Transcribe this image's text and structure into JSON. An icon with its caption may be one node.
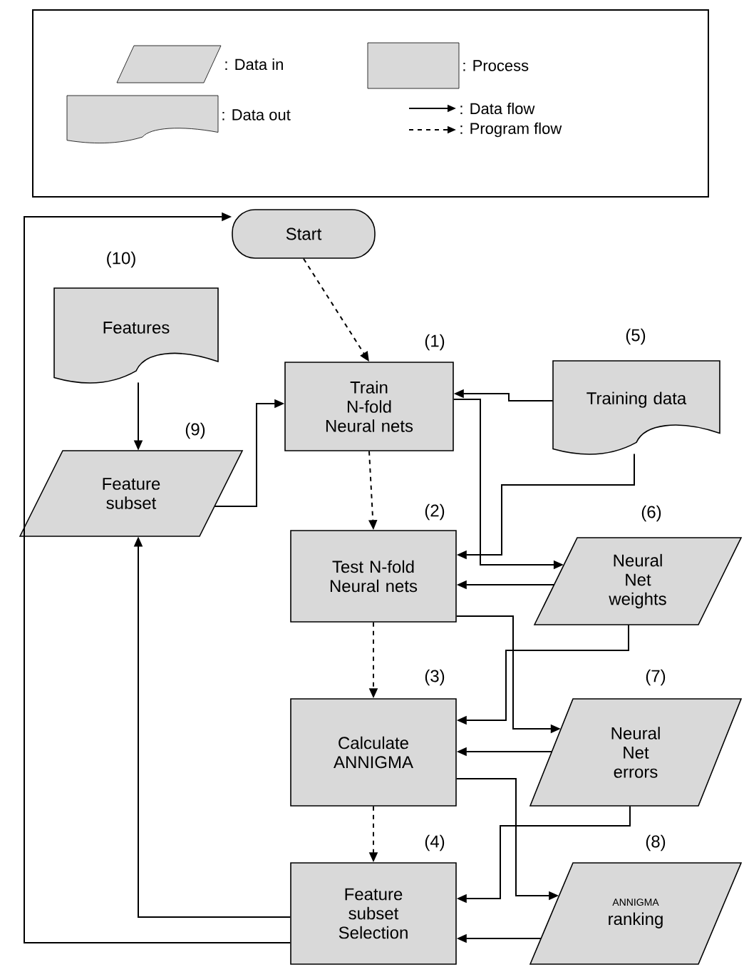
{
  "diagram": {
    "nodes": [
      {
        "text": [
          "Start"
        ]
      },
      {
        "text": [
          "Features"
        ],
        "beside": [
          "(10)"
        ]
      },
      {
        "text": [
          "Train N-fold Neural nets"
        ],
        "beside": [
          "(1)"
        ]
      },
      {
        "text": [
          "Training data"
        ],
        "beside": [
          "(5)"
        ]
      },
      {
        "text": [
          "Feature subset"
        ],
        "beside": [
          "(9)"
        ]
      },
      {
        "text": [
          "Test N-fold Neural nets"
        ],
        "beside": [
          "(2)"
        ]
      },
      {
        "text": [
          "Neural Net weights"
        ],
        "beside": [
          "(6)"
        ]
      },
      {
        "text": [
          "Calculate ANNIGMA"
        ],
        "beside": [
          "(3)"
        ]
      },
      {
        "text": [
          "Neural Net errors"
        ],
        "beside": [
          "(7)"
        ]
      },
      {
        "text": [
          "Feature subset Selection"
        ],
        "beside": [
          "(4)"
        ]
      },
      {
        "text": [
          "ANNIGMA",
          "ranking"
        ],
        "beside": [
          "(8)"
        ]
      }
    ],
    "edges": [
      {
        "from": 0,
        "to": 2,
        "arrow": "to",
        "style": "dashed"
      },
      {
        "from": 1,
        "to": 4,
        "arrow": "to"
      },
      {
        "from": 4,
        "to": 2,
        "arrow": "to"
      },
      {
        "from": 3,
        "to": 2,
        "arrow": "to"
      },
      {
        "from": 2,
        "to": 5,
        "arrow": "to",
        "style": "dashed"
      },
      {
        "from": 2,
        "to": 6,
        "arrow": "to"
      },
      {
        "from": 3,
        "to": 5,
        "arrow": "to"
      },
      {
        "from": 6,
        "to": 5,
        "arrow": "to"
      },
      {
        "from": 5,
        "to": 7,
        "arrow": "to",
        "style": "dashed"
      },
      {
        "from": 5,
        "to": 8,
        "arrow": "to"
      },
      {
        "from": 6,
        "to": 7,
        "arrow": "to"
      },
      {
        "from": 8,
        "to": 7,
        "arrow": "to"
      },
      {
        "from": 7,
        "to": 9,
        "arrow": "to",
        "style": "dashed"
      },
      {
        "from": 7,
        "to": 10,
        "arrow": "to"
      },
      {
        "from": 8,
        "to": 9,
        "arrow": "to"
      },
      {
        "from": 10,
        "to": 9,
        "arrow": "to"
      },
      {
        "from": 9,
        "to": 4,
        "arrow": "to"
      },
      {
        "from": 9,
        "to": 0,
        "arrow": "to"
      }
    ],
    "legend": [
      {
        "text": ": Data in"
      },
      {
        "text": ": Process"
      },
      {
        "text": ": Data out"
      },
      {
        "text": ": Data flow"
      },
      {
        "text": ": Program flow"
      }
    ]
  }
}
